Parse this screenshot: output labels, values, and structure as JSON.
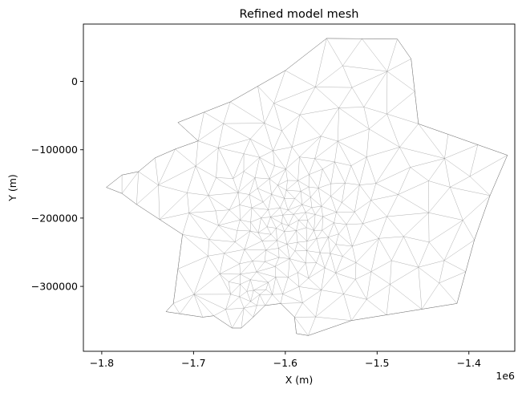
{
  "chart_data": {
    "type": "mesh",
    "title": "Refined model mesh",
    "xlabel": "X (m)",
    "ylabel": "Y (m)",
    "x_offset_label": "1e6",
    "xlim": [
      -1820000,
      -1350000
    ],
    "ylim": [
      -395000,
      84000
    ],
    "grid": false,
    "legend": "none",
    "x_ticks": [
      {
        "value": -1800000,
        "label": "−1.8"
      },
      {
        "value": -1700000,
        "label": "−1.7"
      },
      {
        "value": -1600000,
        "label": "−1.6"
      },
      {
        "value": -1500000,
        "label": "−1.5"
      },
      {
        "value": -1400000,
        "label": "−1.4"
      }
    ],
    "y_ticks": [
      {
        "value": 0,
        "label": "0"
      },
      {
        "value": -100000,
        "label": "−100000"
      },
      {
        "value": -200000,
        "label": "−200000"
      },
      {
        "value": -300000,
        "label": "−300000"
      }
    ],
    "boundary": [
      [
        -1555000,
        63000
      ],
      [
        -1478000,
        62000
      ],
      [
        -1463000,
        33000
      ],
      [
        -1455000,
        -62000
      ],
      [
        -1358000,
        -108000
      ],
      [
        -1377000,
        -167000
      ],
      [
        -1394000,
        -232000
      ],
      [
        -1413000,
        -325000
      ],
      [
        -1528000,
        -350000
      ],
      [
        -1575000,
        -372000
      ],
      [
        -1588000,
        -369000
      ],
      [
        -1590000,
        -345000
      ],
      [
        -1605000,
        -325000
      ],
      [
        -1622000,
        -328000
      ],
      [
        -1635000,
        -345000
      ],
      [
        -1648000,
        -361000
      ],
      [
        -1658000,
        -361000
      ],
      [
        -1678000,
        -343000
      ],
      [
        -1690000,
        -345000
      ],
      [
        -1715000,
        -340000
      ],
      [
        -1730000,
        -337000
      ],
      [
        -1722000,
        -325000
      ],
      [
        -1712000,
        -224000
      ],
      [
        -1762000,
        -180000
      ],
      [
        -1778000,
        -164000
      ],
      [
        -1795000,
        -155000
      ],
      [
        -1778000,
        -137000
      ],
      [
        -1760000,
        -132000
      ],
      [
        -1742000,
        -112000
      ],
      [
        -1720000,
        -99000
      ],
      [
        -1695000,
        -87000
      ],
      [
        -1717000,
        -60000
      ],
      [
        -1660000,
        -30000
      ],
      [
        -1600000,
        16000
      ]
    ],
    "refinement_centers": [
      {
        "x": -1595000,
        "y": -205000,
        "spacing": 9000,
        "radius": 120000
      },
      {
        "x": -1630000,
        "y": -310000,
        "spacing": 8000,
        "radius": 60000
      }
    ],
    "line_color": "#8c8c8c"
  }
}
